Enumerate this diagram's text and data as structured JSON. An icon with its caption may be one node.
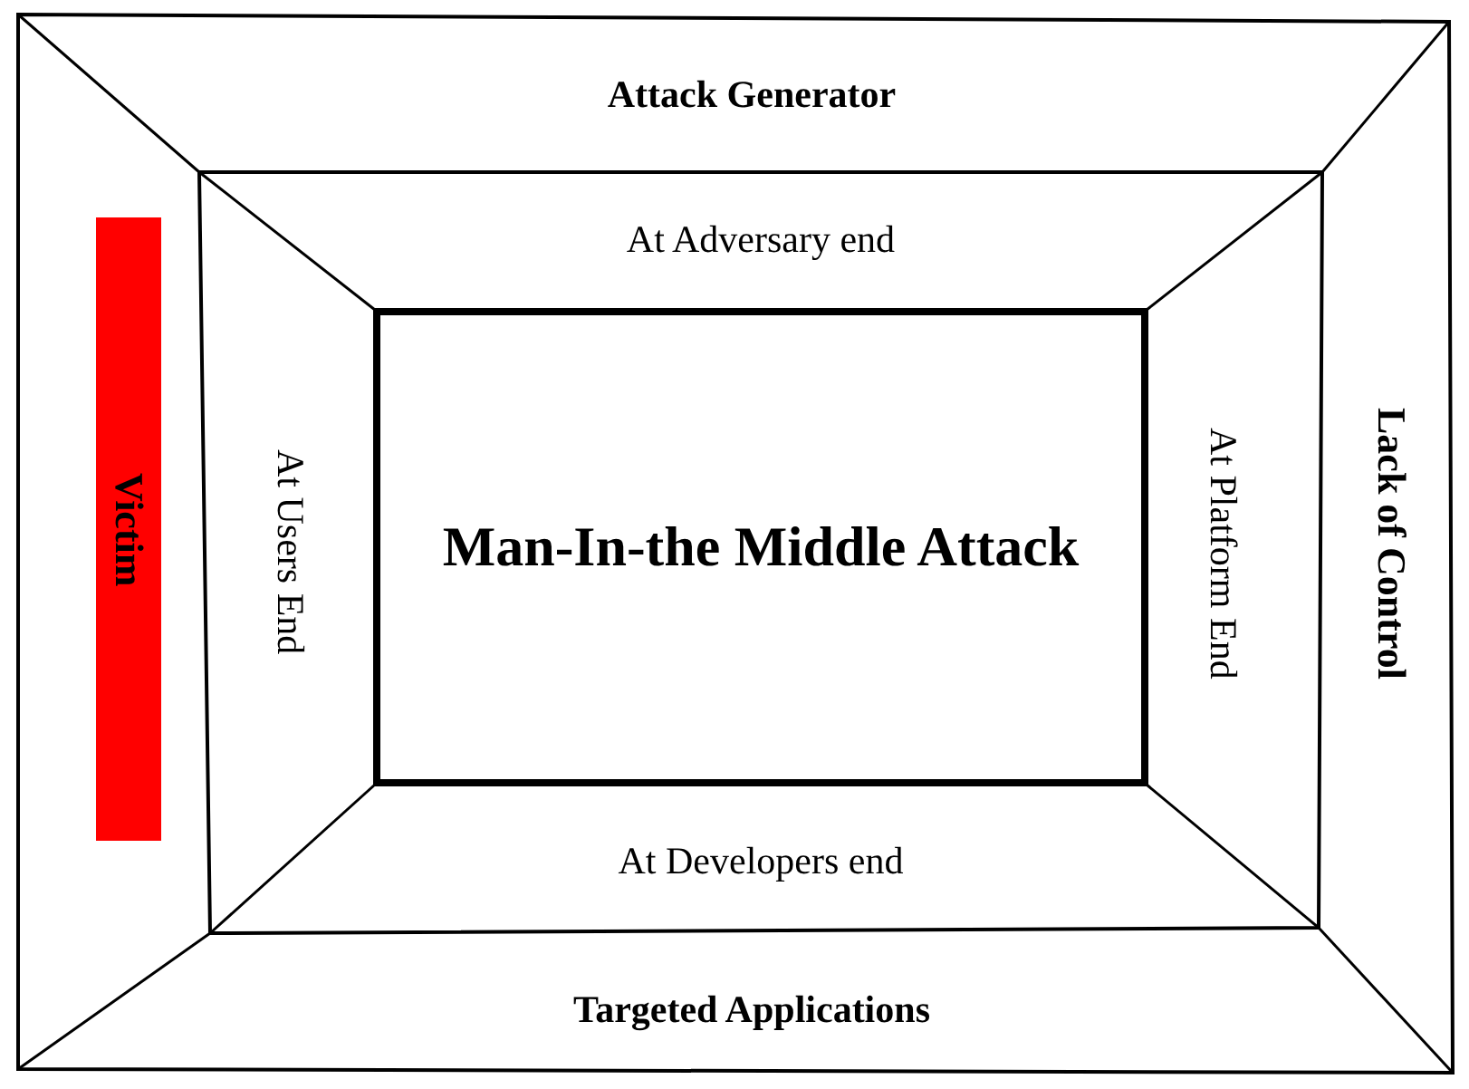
{
  "diagram": {
    "nodes": [
      {
        "text": [
          "Attack Generator"
        ]
      },
      {
        "text": [
          "Victim"
        ]
      },
      {
        "text": [
          "Lack of Control"
        ]
      },
      {
        "text": [
          "Targeted Applications"
        ]
      },
      {
        "text": [
          "At Adversary end"
        ]
      },
      {
        "text": [
          "At Users End"
        ]
      },
      {
        "text": [
          "At Platform End"
        ]
      },
      {
        "text": [
          "At Developers end"
        ]
      },
      {
        "text": [
          "Man-In-the Middle Attack"
        ]
      }
    ]
  }
}
